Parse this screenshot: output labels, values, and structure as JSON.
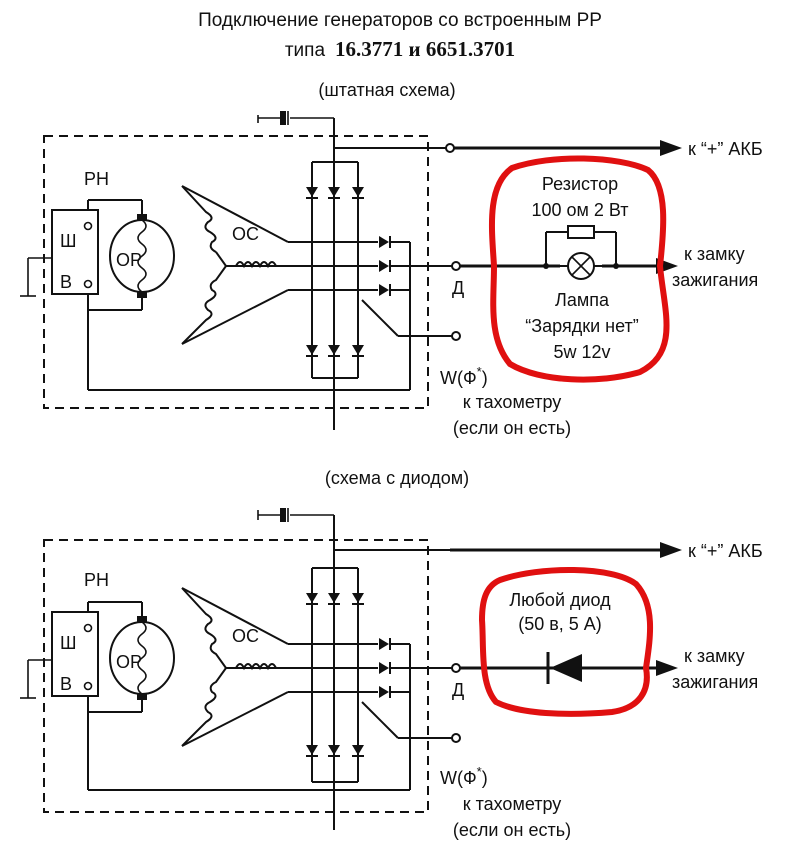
{
  "header": {
    "title_line1": "Подключение генераторов со встроенным РР",
    "title_prefix": "типа",
    "title_models": "16.3771 и 6651.3701"
  },
  "diagram_top": {
    "subtitle": "(штатная схема)",
    "label_acb": "к “+” АКБ",
    "label_ignition_1": "к замку",
    "label_ignition_2": "зажигания",
    "label_resistor_1": "Резистор",
    "label_resistor_2": "100 ом 2 Вт",
    "label_lamp_1": "Лампа",
    "label_lamp_2": "“Зарядки нет”",
    "label_lamp_3": "5w 12v"
  },
  "diagram_bottom": {
    "subtitle": "(схема с диодом)",
    "label_acb": "к “+” АКБ",
    "label_ignition_1": "к замку",
    "label_ignition_2": "зажигания",
    "label_diode_1": "Любой диод",
    "label_diode_2": "(50 в, 5 А)"
  },
  "common": {
    "label_rn": "РН",
    "label_sh": "Ш",
    "label_v": "В",
    "label_or": "ОР",
    "label_os": "ОС",
    "label_d": "Д",
    "label_w": "W(Ф",
    "label_w_star": "*",
    "label_w_close": ")",
    "label_tacho_1": "к тахометру",
    "label_tacho_2": "(если он есть)"
  },
  "colors": {
    "wire": "#111111",
    "highlight": "#e01010",
    "background": "#ffffff"
  }
}
